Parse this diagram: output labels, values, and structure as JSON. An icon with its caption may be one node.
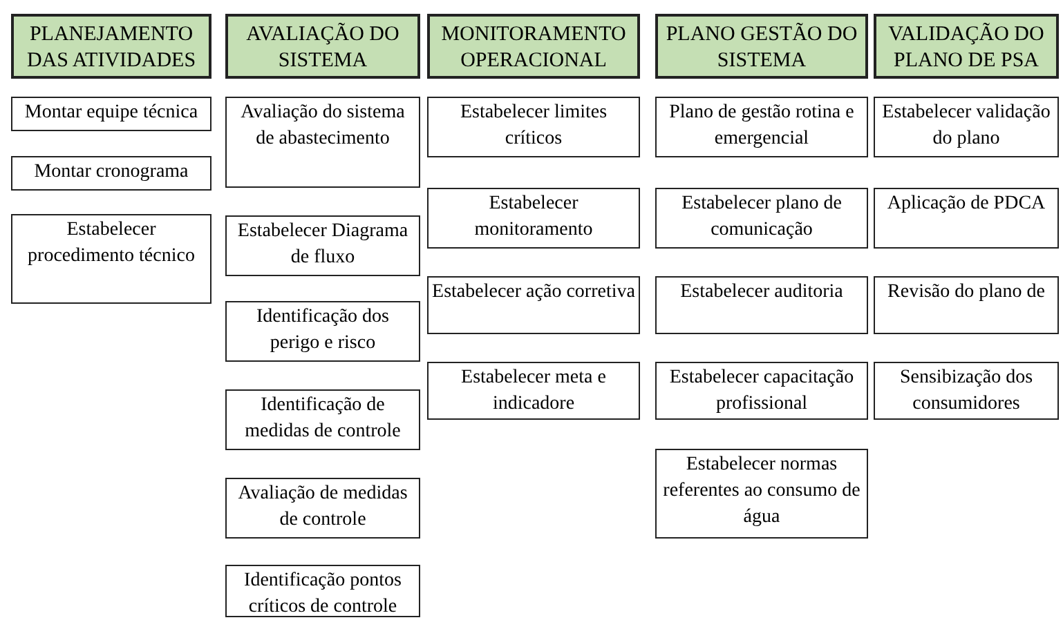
{
  "diagram": {
    "nodes": [
      {
        "text": [
          "PLANEJAMENTO DAS ATIVIDADES"
        ]
      },
      {
        "text": [
          "Montar equipe técnica"
        ]
      },
      {
        "text": [
          "Montar cronograma"
        ]
      },
      {
        "text": [
          "Estabelecer procedimento técnico"
        ]
      },
      {
        "text": [
          "AVALIAÇÃO DO SISTEMA"
        ]
      },
      {
        "text": [
          "Avaliação do sistema de abastecimento"
        ]
      },
      {
        "text": [
          "Estabelecer Diagrama de fluxo"
        ]
      },
      {
        "text": [
          "Identificação dos perigo e risco"
        ]
      },
      {
        "text": [
          "Identificação de medidas de controle"
        ]
      },
      {
        "text": [
          "Avaliação de medidas de controle"
        ]
      },
      {
        "text": [
          "Identificação pontos críticos de controle"
        ]
      },
      {
        "text": [
          "MONITORAMENTO OPERACIONAL"
        ]
      },
      {
        "text": [
          "Estabelecer limites críticos"
        ]
      },
      {
        "text": [
          "Estabelecer monitoramento"
        ]
      },
      {
        "text": [
          "Estabelecer ação corretiva"
        ]
      },
      {
        "text": [
          "Estabelecer meta e indicadore"
        ]
      },
      {
        "text": [
          "PLANO GESTÃO DO SISTEMA"
        ]
      },
      {
        "text": [
          "Plano de gestão rotina e emergencial"
        ]
      },
      {
        "text": [
          "Estabelecer plano de comunicação"
        ]
      },
      {
        "text": [
          "Estabelecer auditoria"
        ]
      },
      {
        "text": [
          "Estabelecer capacitação profissional"
        ]
      },
      {
        "text": [
          "Estabelecer normas referentes ao consumo de água"
        ]
      },
      {
        "text": [
          "VALIDAÇÃO DO PLANO DE PSA"
        ]
      },
      {
        "text": [
          "Estabelecer validação do plano"
        ]
      },
      {
        "text": [
          "Aplicação de PDCA"
        ]
      },
      {
        "text": [
          "Revisão do plano de"
        ]
      },
      {
        "text": [
          "Sensibização dos consumidores"
        ]
      }
    ]
  }
}
